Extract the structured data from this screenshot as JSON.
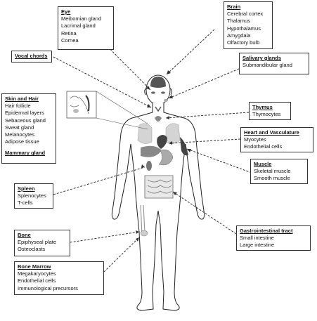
{
  "organs": {
    "eye": {
      "title": "Eye",
      "items": [
        "Meibomian gland",
        "Lacrimal gland",
        "Retina",
        "Cornea"
      ]
    },
    "brain": {
      "title": "Brain",
      "items": [
        "Cerebral cortex",
        "Thalamus",
        "Hypothalamus",
        "Amygdala",
        "Olfactory bulb"
      ]
    },
    "vocal": {
      "title": "Vocal chords",
      "items": []
    },
    "salivary": {
      "title": "Salivary glands",
      "items": [
        "Submandibular gland"
      ]
    },
    "skin": {
      "title": "Skin and Hair",
      "items": [
        "Hair follicle",
        "Epidermal layers",
        "Sebaceous gland",
        "Sweat gland",
        "Melanocytes",
        "Adipose tissue"
      ],
      "title2": "Mammary gland"
    },
    "thymus": {
      "title": "Thymus",
      "items": [
        "Thymocytes"
      ]
    },
    "heart": {
      "title": "Heart and Vasculature",
      "items": [
        "Myocytes",
        "Endothelial cells"
      ]
    },
    "muscle": {
      "title": "Muscle",
      "items": [
        "Skeletal muscle",
        "Smooth muscle"
      ]
    },
    "spleen": {
      "title": "Spleen",
      "items": [
        "Splenocytes",
        "T-cells"
      ]
    },
    "gi": {
      "title": "Gastrointestinal  tract",
      "items": [
        "Small intestine",
        "Large intestine"
      ]
    },
    "bone": {
      "title": "Bone",
      "items": [
        "Epiphyseal plate",
        "Osteoclasts"
      ]
    },
    "marrow": {
      "title": "Bone Marrow",
      "items": [
        "Megakaryocytes",
        "Endothelial cells",
        "Immunological precursors"
      ]
    }
  }
}
